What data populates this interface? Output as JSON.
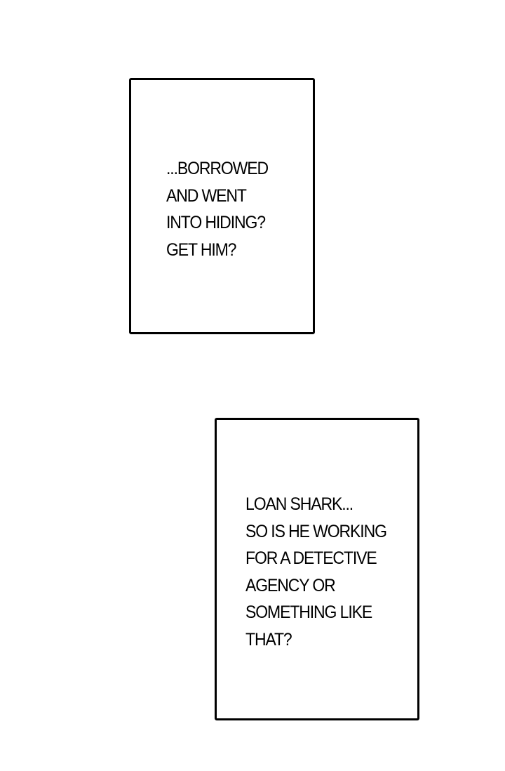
{
  "panels": [
    {
      "lines": [
        "...BORROWED",
        "AND WENT",
        "INTO HIDING?",
        "GET HIM?"
      ]
    },
    {
      "lines": [
        "LOAN SHARK...",
        "SO IS HE WORKING",
        "FOR A DETECTIVE",
        "AGENCY OR",
        "SOMETHING LIKE",
        "THAT?"
      ]
    }
  ]
}
